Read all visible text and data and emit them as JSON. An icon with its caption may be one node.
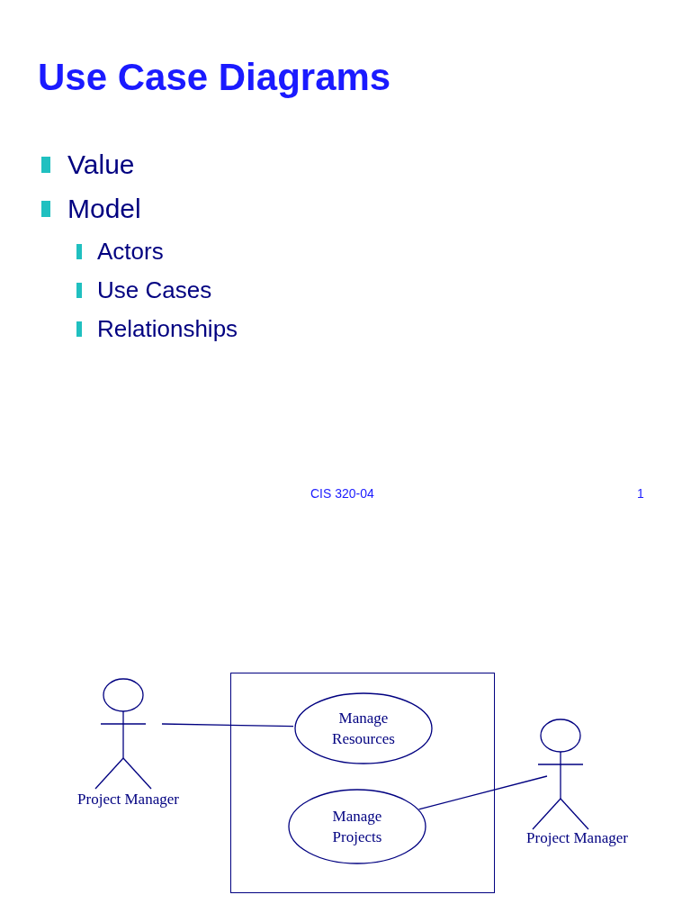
{
  "diagram": {
    "title": "Use Case Diagrams",
    "nodes": [
      {
        "text": [
          "Project Manager"
        ]
      },
      {
        "text": [],
        "shape": "box"
      },
      {
        "text": [
          "Manage Resources"
        ],
        "in": 1
      },
      {
        "text": [
          "Manage Projects"
        ],
        "in": 1
      },
      {
        "text": [
          "Project Manager"
        ]
      }
    ],
    "edges": [
      {
        "from": 0,
        "to": 2,
        "arrow": "none"
      },
      {
        "from": 3,
        "to": 4,
        "arrow": "none"
      }
    ],
    "labels": [
      "Value",
      "Model",
      "Actors",
      "Use Cases",
      "Relationships",
      "CIS 320-04",
      "1"
    ]
  }
}
